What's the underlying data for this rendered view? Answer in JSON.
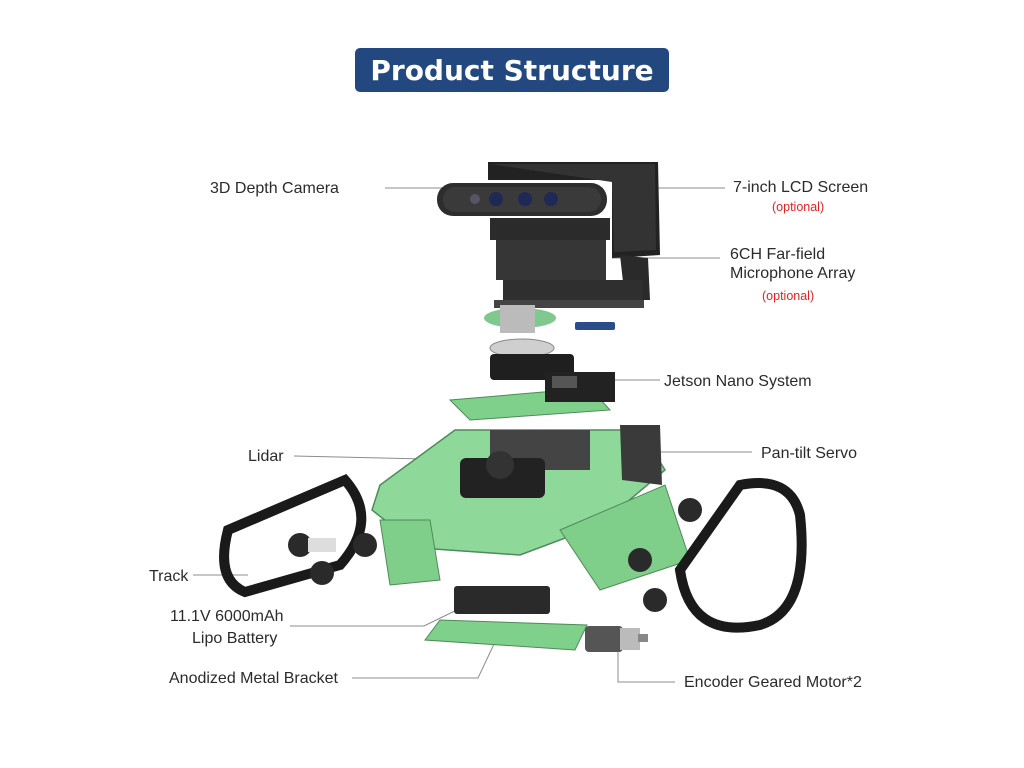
{
  "title": "Product Structure",
  "labels": {
    "depth_camera": "3D Depth Camera",
    "lcd_screen": "7-inch LCD Screen",
    "lcd_optional": "(optional)",
    "mic_line1": "6CH Far-field",
    "mic_line2": "Microphone Array",
    "mic_optional": "(optional)",
    "jetson": "Jetson Nano System",
    "lidar": "Lidar",
    "pan_tilt": "Pan-tilt Servo",
    "track": "Track",
    "battery_line1": "11.1V 6000mAh",
    "battery_line2": "Lipo Battery",
    "bracket": "Anodized Metal Bracket",
    "motor": "Encoder Geared Motor*2"
  },
  "colors": {
    "title_bg": "#22487f",
    "optional_text": "#e32222",
    "frame_green": "#7fd08a",
    "track_black": "#1a1a1a"
  }
}
